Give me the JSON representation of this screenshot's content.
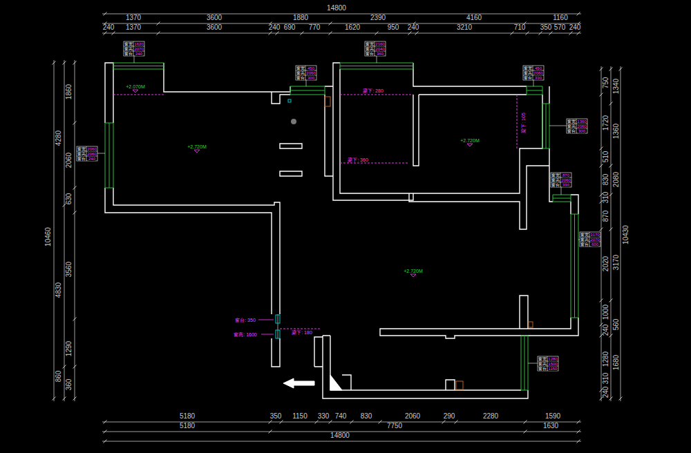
{
  "diagram": {
    "labels": [
      "14800",
      "1370",
      "3600",
      "1880",
      "2390",
      "4160",
      "1160",
      "240",
      "1370",
      "3600",
      "240",
      "690",
      "770",
      "1620",
      "950",
      "240",
      "3210",
      "710",
      "350",
      "570",
      "240",
      "5180",
      "350",
      "1150",
      "330",
      "740",
      "830",
      "2060",
      "290",
      "2280",
      "1590",
      "5180",
      "7750",
      "1630",
      "14800",
      "10460",
      "4280",
      "4830",
      "860",
      "1860",
      "2060",
      "630",
      "3560",
      "1290",
      "360",
      "750",
      "1720",
      "510",
      "830",
      "310",
      "870",
      "2020",
      "1000",
      "240",
      "1280",
      "310",
      "240",
      "1340",
      "1360",
      "2080",
      "3170",
      "560",
      "1680",
      "10430",
      "+2.070M",
      "+2.720M",
      "+2.720M",
      "+2.720M",
      "梁下: 280",
      "梁下: 360",
      "梁下: 180",
      "梁下: 105",
      "窗台: 350",
      "窗高: 1600",
      "窗宽",
      "1620",
      "窗高",
      "2070",
      "窗台",
      "240",
      "窗宽",
      "2060",
      "窗高",
      "2060",
      "窗台",
      "240",
      "窗宽",
      "450",
      "窗高",
      "2060",
      "窗台",
      "300",
      "窗宽",
      "2160",
      "窗高",
      "2040",
      "窗台",
      "360",
      "窗宽",
      "450",
      "窗高",
      "2060",
      "窗台",
      "330",
      "窗宽",
      "1360",
      "窗高",
      "2060",
      "窗台",
      "300",
      "窗宽",
      "870",
      "窗高",
      "2060",
      "窗台",
      "330",
      "窗宽",
      "3170",
      "窗高",
      "2070",
      "窗台",
      "600",
      "窗宽",
      "1280",
      "窗高",
      "1500",
      "窗台",
      "1150"
    ]
  }
}
